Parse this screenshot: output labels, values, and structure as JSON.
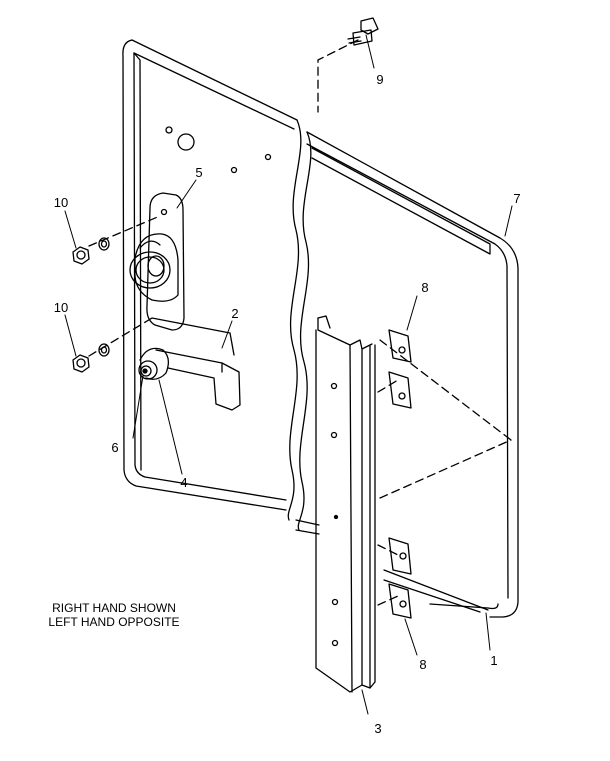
{
  "note": {
    "line1": "RIGHT HAND SHOWN",
    "line2": "LEFT HAND OPPOSITE"
  },
  "callouts": {
    "c1": "1",
    "c2": "2",
    "c3": "3",
    "c4": "4",
    "c5": "5",
    "c6": "6",
    "c7": "7",
    "c8a": "8",
    "c8b": "8",
    "c9": "9",
    "c10a": "10",
    "c10b": "10"
  }
}
